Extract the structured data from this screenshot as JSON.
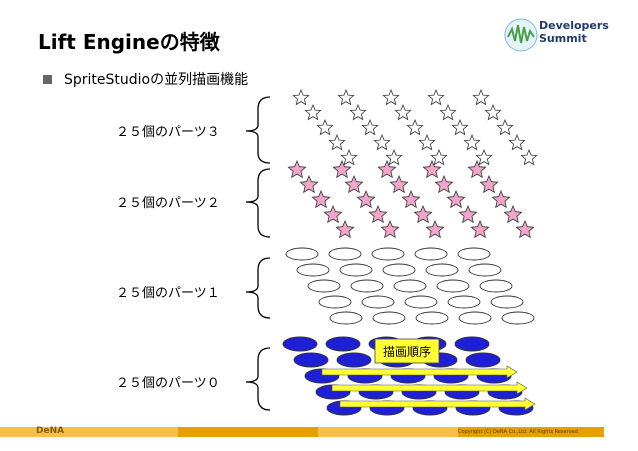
{
  "slide": {
    "title": "Lift Engineの特徴",
    "bullet": "SpriteStudioの並列描画機能",
    "draw_order_label": "描画順序"
  },
  "logo": {
    "line1": "Developers",
    "line2": "Summit"
  },
  "parts": [
    {
      "label": "２５個のパーツ３"
    },
    {
      "label": "２５個のパーツ２"
    },
    {
      "label": "２５個のパーツ１"
    },
    {
      "label": "２５個のパーツ０"
    }
  ],
  "footer": {
    "logo_text": "DeNA",
    "copyright": "Copyright (C) DeNA Co.,Ltd. All Rights Reserved."
  },
  "colors": {
    "star_outline_fill": "#ffffff",
    "star_pink_fill": "#f4a6c8",
    "ellipse_white_fill": "#ffffff",
    "ellipse_blue_fill": "#1f1fd6",
    "arrow_fill": "#ffff33",
    "footer_orange": "#e8a000",
    "footer_light": "#f5c04a"
  },
  "icons": {
    "bullet": "square-bullet-icon",
    "logo": "developers-summit-logo-icon"
  }
}
